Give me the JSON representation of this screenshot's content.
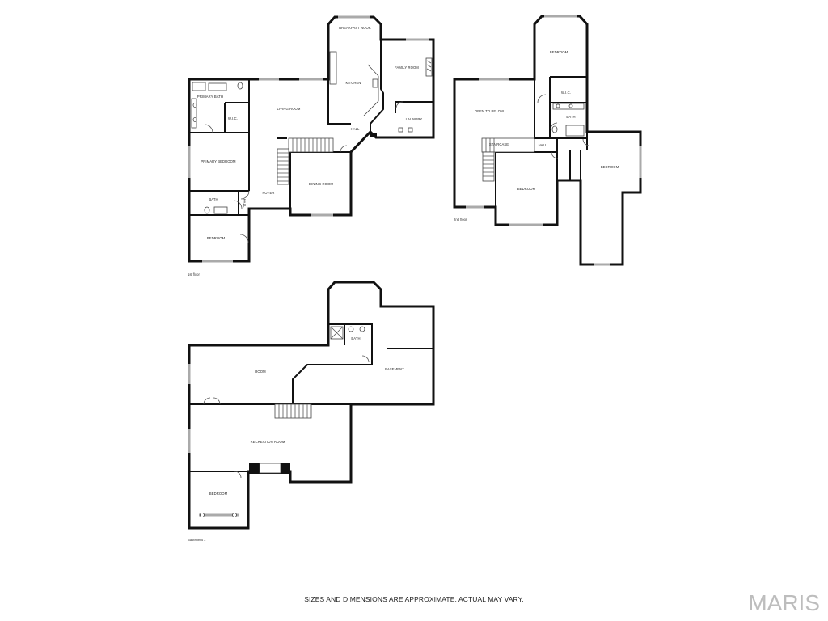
{
  "floors": [
    {
      "id": "first",
      "label": "1st floor",
      "rooms": [
        {
          "id": "breakfast-nook",
          "name": "BREAKFAST NOOK"
        },
        {
          "id": "kitchen",
          "name": "KITCHEN"
        },
        {
          "id": "family-room",
          "name": "FAMILY ROOM"
        },
        {
          "id": "primary-bath",
          "name": "PRIMARY BATH"
        },
        {
          "id": "primary-wic",
          "name": "W.I.C."
        },
        {
          "id": "living-room",
          "name": "LIVING ROOM"
        },
        {
          "id": "hall",
          "name": "HALL"
        },
        {
          "id": "laundry",
          "name": "LAUNDRY"
        },
        {
          "id": "primary-bedroom",
          "name": "PRIMARY BEDROOM"
        },
        {
          "id": "dining-room",
          "name": "DINING ROOM"
        },
        {
          "id": "bath",
          "name": "BATH"
        },
        {
          "id": "foyer",
          "name": "FOYER"
        },
        {
          "id": "hall-2",
          "name": "HALL"
        },
        {
          "id": "bedroom",
          "name": "BEDROOM"
        }
      ]
    },
    {
      "id": "second",
      "label": "2nd floor",
      "rooms": [
        {
          "id": "bedroom-1",
          "name": "BEDROOM"
        },
        {
          "id": "wic",
          "name": "W.I.C."
        },
        {
          "id": "open-to-below",
          "name": "OPEN TO BELOW"
        },
        {
          "id": "bath",
          "name": "BATH"
        },
        {
          "id": "staircase",
          "name": "STAIRCASE"
        },
        {
          "id": "hall",
          "name": "HALL"
        },
        {
          "id": "bedroom-2",
          "name": "BEDROOM"
        },
        {
          "id": "bedroom-3",
          "name": "BEDROOM"
        }
      ]
    },
    {
      "id": "basement",
      "label": "Basement 1",
      "rooms": [
        {
          "id": "bath",
          "name": "BATH"
        },
        {
          "id": "room",
          "name": "ROOM"
        },
        {
          "id": "basement",
          "name": "BASEMENT"
        },
        {
          "id": "recreation-room",
          "name": "RECREATION ROOM"
        },
        {
          "id": "bedroom",
          "name": "BEDROOM"
        }
      ]
    }
  ],
  "footer": {
    "disclaimer": "SIZES AND DIMENSIONS ARE APPROXIMATE, ACTUAL MAY VARY.",
    "brand": "MARIS"
  }
}
